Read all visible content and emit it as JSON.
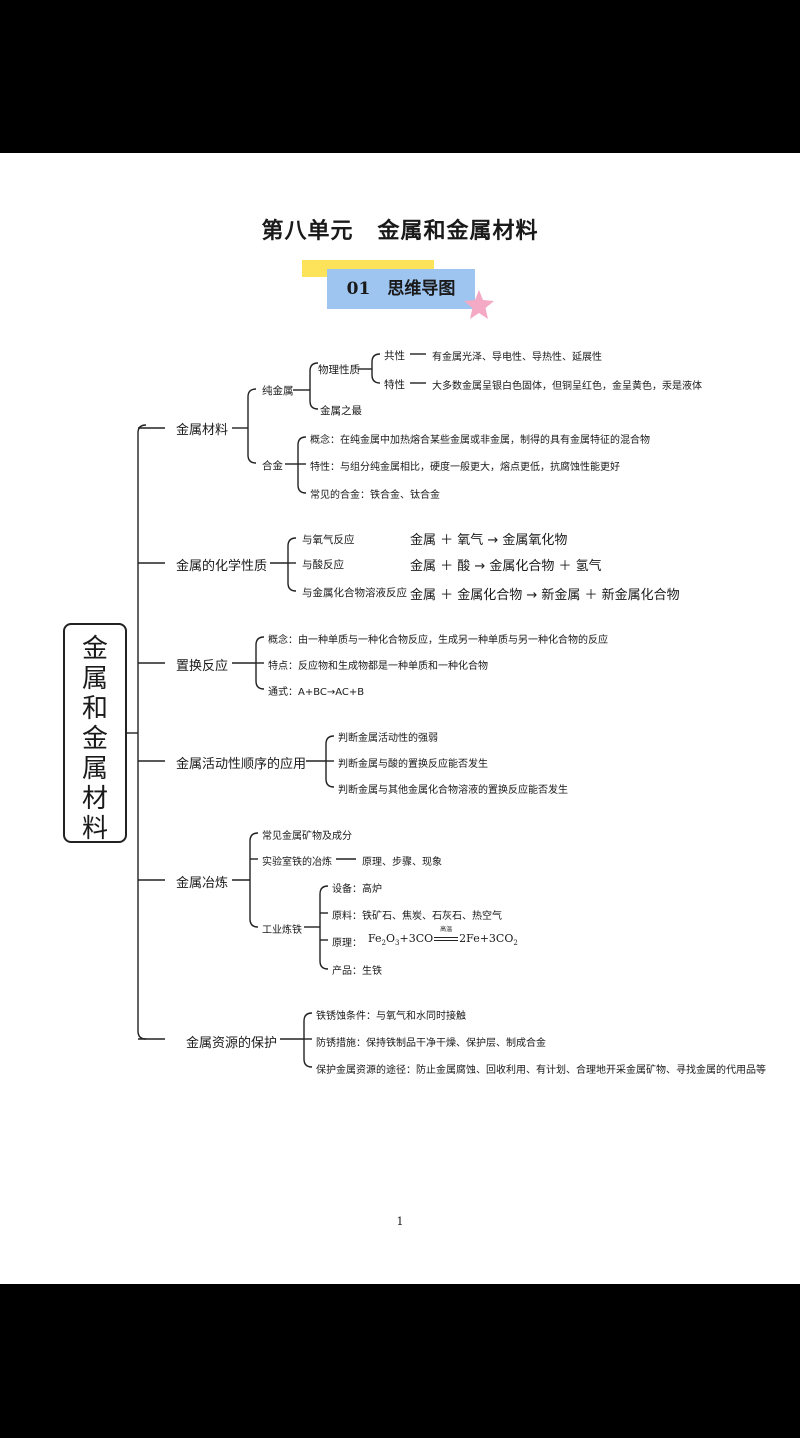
{
  "title_a": "第八单元",
  "title_b": "金属和金属材料",
  "section_label": "01　思维导图",
  "root_chars": [
    "金",
    "属",
    "和",
    "金",
    "属",
    "材",
    "料"
  ],
  "b1": {
    "label": "金属材料",
    "pure": "纯金属",
    "phys": "物理性质",
    "common": "共性",
    "common_desc": "有金属光泽、导电性、导热性、延展性",
    "special": "特性",
    "special_desc": "大多数金属呈银白色固体，但铜呈红色，金呈黄色，汞是液体",
    "most": "金属之最",
    "alloy": "合金",
    "alloy_concept": "概念：在纯金属中加热熔合某些金属或非金属，制得的具有金属特征的混合物",
    "alloy_prop": "特性：与组分纯金属相比，硬度一般更大，熔点更低，抗腐蚀性能更好",
    "alloy_common": "常见的合金：铁合金、钛合金"
  },
  "b2": {
    "label": "金属的化学性质",
    "r1": "与氧气反应",
    "r2": "与酸反应",
    "r3": "与金属化合物溶液反应",
    "e1": "金属 ＋ 氧气 → 金属氧化物",
    "e2": "金属 ＋ 酸 → 金属化合物 ＋ 氢气",
    "e3": "金属 ＋ 金属化合物 → 新金属 ＋ 新金属化合物"
  },
  "b3": {
    "label": "置换反应",
    "c1": "概念：由一种单质与一种化合物反应，生成另一种单质与另一种化合物的反应",
    "c2": "特点：反应物和生成物都是一种单质和一种化合物",
    "c3": "通式：A+BC→AC+B"
  },
  "b4": {
    "label": "金属活动性顺序的应用",
    "c1": "判断金属活动性的强弱",
    "c2": "判断金属与酸的置换反应能否发生",
    "c3": "判断金属与其他金属化合物溶液的置换反应能否发生"
  },
  "b5": {
    "label": "金属冶炼",
    "c1": "常见金属矿物及成分",
    "c2": "实验室铁的冶炼",
    "c2_desc": "原理、步骤、现象",
    "c3": "工业炼铁",
    "d1": "设备：高炉",
    "d2": "原料：铁矿石、焦炭、石灰石、热空气",
    "d3_label": "原理：",
    "d3_eq_a": "Fe",
    "d3_eq_b": "2",
    "d3_eq_c": "O",
    "d3_eq_d": "3",
    "d3_eq_e": "+3CO",
    "d3_cond": "高温",
    "d3_eq_f": "2Fe+3CO",
    "d3_eq_g": "2",
    "d4": "产品：生铁"
  },
  "b6": {
    "label": "金属资源的保护",
    "c1": "铁锈蚀条件：与氧气和水同时接触",
    "c2": "防锈措施：保持铁制品干净干燥、保护层、制成合金",
    "c3": "保护金属资源的途径：防止金属腐蚀、回收利用、有计划、合理地开采金属矿物、寻找金属的代用品等"
  },
  "page_number": "1"
}
